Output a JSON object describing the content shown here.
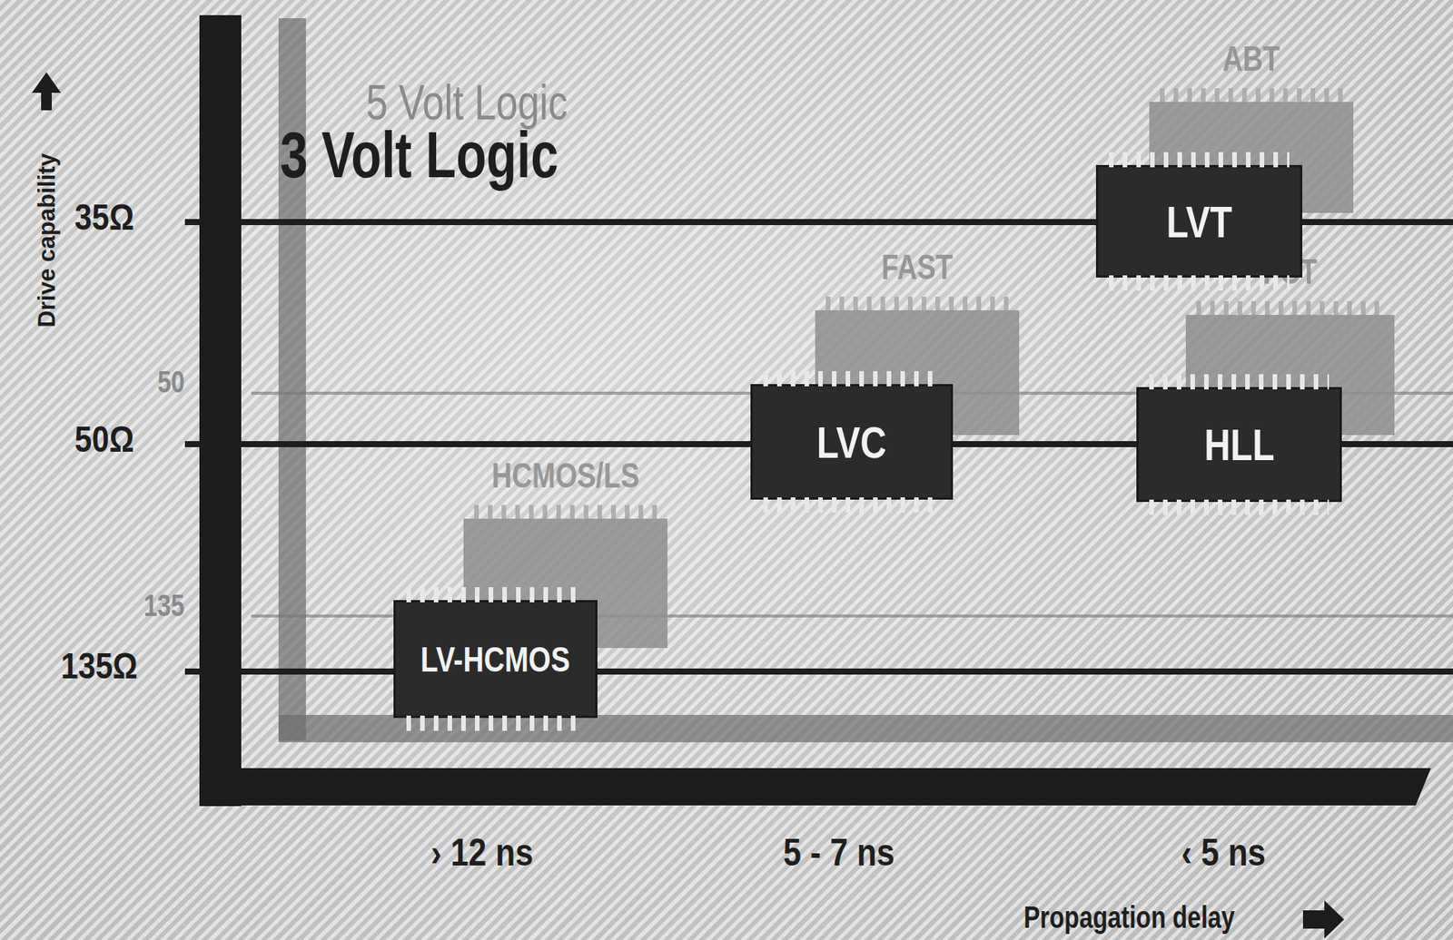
{
  "diagram": {
    "title": "3 Volt Logic",
    "nodes": [
      {
        "text": [
          "ABT"
        ]
      },
      {
        "text": [
          "LVT"
        ]
      },
      {
        "text": [
          "FAST"
        ]
      },
      {
        "text": [
          "LVC"
        ]
      },
      {
        "text": [
          "FCT"
        ]
      },
      {
        "text": [
          "HLL"
        ]
      },
      {
        "text": [
          "HCMOS/LS"
        ]
      },
      {
        "text": [
          "LV-HCMOS"
        ]
      }
    ],
    "labels": [
      "5 Volt Logic",
      "Drive capability",
      "35Ω",
      "50Ω",
      "135Ω",
      "50",
      "135",
      "› 12 ns",
      "5 - 7 ns",
      "‹ 5 ns",
      "Propagation delay"
    ]
  }
}
